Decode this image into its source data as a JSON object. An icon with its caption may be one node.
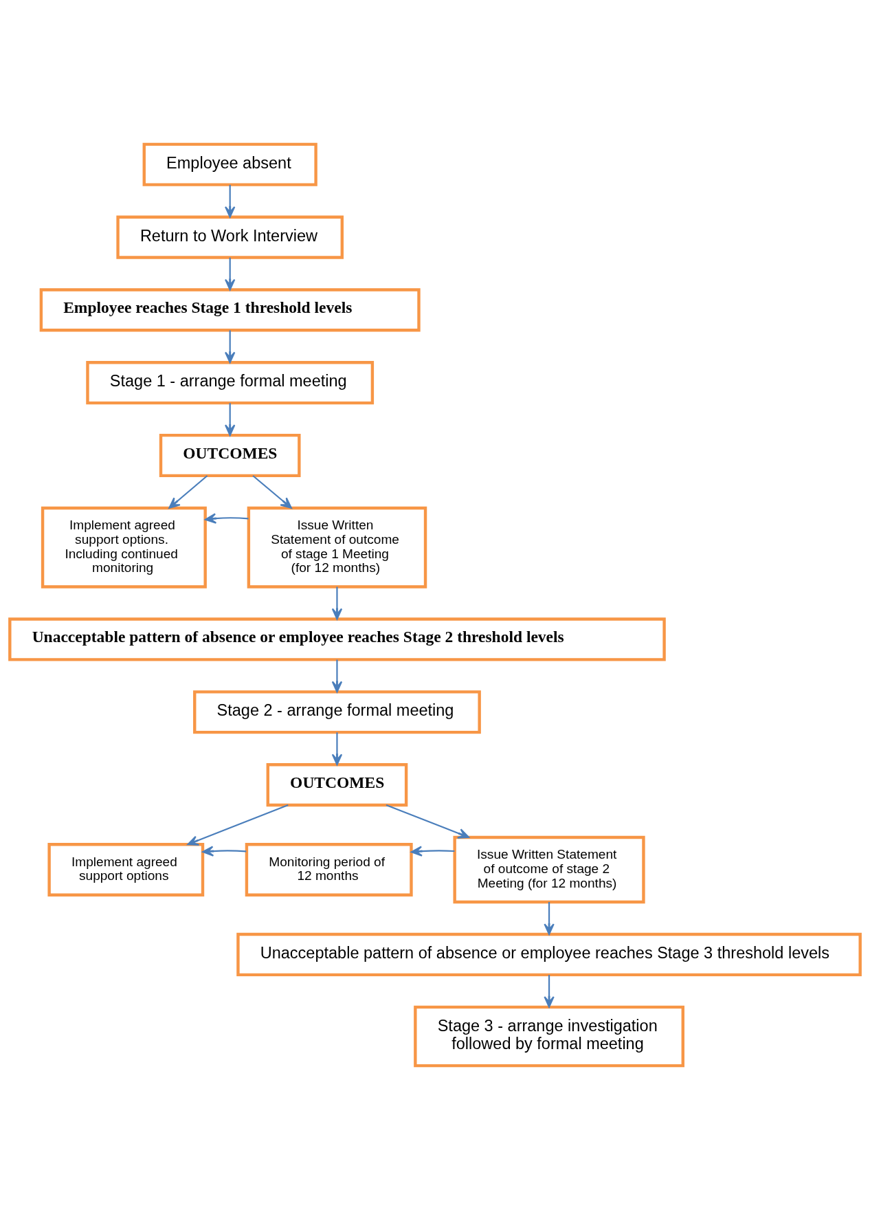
{
  "diagram": {
    "nodes": [
      {
        "text": [
          "Employee absent"
        ]
      },
      {
        "text": [
          "Return to Work Interview"
        ]
      },
      {
        "text": [
          "Employee reaches Stage 1 threshold levels"
        ]
      },
      {
        "text": [
          "Stage 1 - arrange formal meeting"
        ]
      },
      {
        "text": [
          "OUTCOMES"
        ]
      },
      {
        "text": [
          "Implement agreed support options. Including continued monitoring"
        ]
      },
      {
        "text": [
          "Issue Written Statement of outcome of stage 1 Meeting (for 12 months)"
        ]
      },
      {
        "text": [
          "Unacceptable pattern of absence or employee reaches Stage 2 threshold levels"
        ]
      },
      {
        "text": [
          "Stage 2 - arrange formal meeting"
        ]
      },
      {
        "text": [
          "OUTCOMES"
        ]
      },
      {
        "text": [
          "Implement agreed support options"
        ]
      },
      {
        "text": [
          "Monitoring period of 12 months"
        ]
      },
      {
        "text": [
          "Issue Written Statement of outcome of stage 2 Meeting (for 12 months)"
        ]
      },
      {
        "text": [
          "Unacceptable pattern of absence or employee reaches Stage 3 threshold levels"
        ]
      },
      {
        "text": [
          "Stage 3 - arrange investigation followed by formal meeting"
        ]
      }
    ],
    "edges": [
      {
        "from": 0,
        "to": 1,
        "arrow": "to"
      },
      {
        "from": 1,
        "to": 2,
        "arrow": "to"
      },
      {
        "from": 2,
        "to": 3,
        "arrow": "to"
      },
      {
        "from": 3,
        "to": 4,
        "arrow": "to"
      },
      {
        "from": 4,
        "to": 5,
        "arrow": "to"
      },
      {
        "from": 4,
        "to": 6,
        "arrow": "to"
      },
      {
        "from": 6,
        "to": 5,
        "arrow": "to"
      },
      {
        "from": 6,
        "to": 7,
        "arrow": "to"
      },
      {
        "from": 7,
        "to": 8,
        "arrow": "to"
      },
      {
        "from": 8,
        "to": 9,
        "arrow": "to"
      },
      {
        "from": 9,
        "to": 10,
        "arrow": "to"
      },
      {
        "from": 9,
        "to": 12,
        "arrow": "to"
      },
      {
        "from": 12,
        "to": 11,
        "arrow": "to"
      },
      {
        "from": 11,
        "to": 10,
        "arrow": "to"
      },
      {
        "from": 12,
        "to": 13,
        "arrow": "to"
      },
      {
        "from": 13,
        "to": 14,
        "arrow": "to"
      }
    ]
  }
}
